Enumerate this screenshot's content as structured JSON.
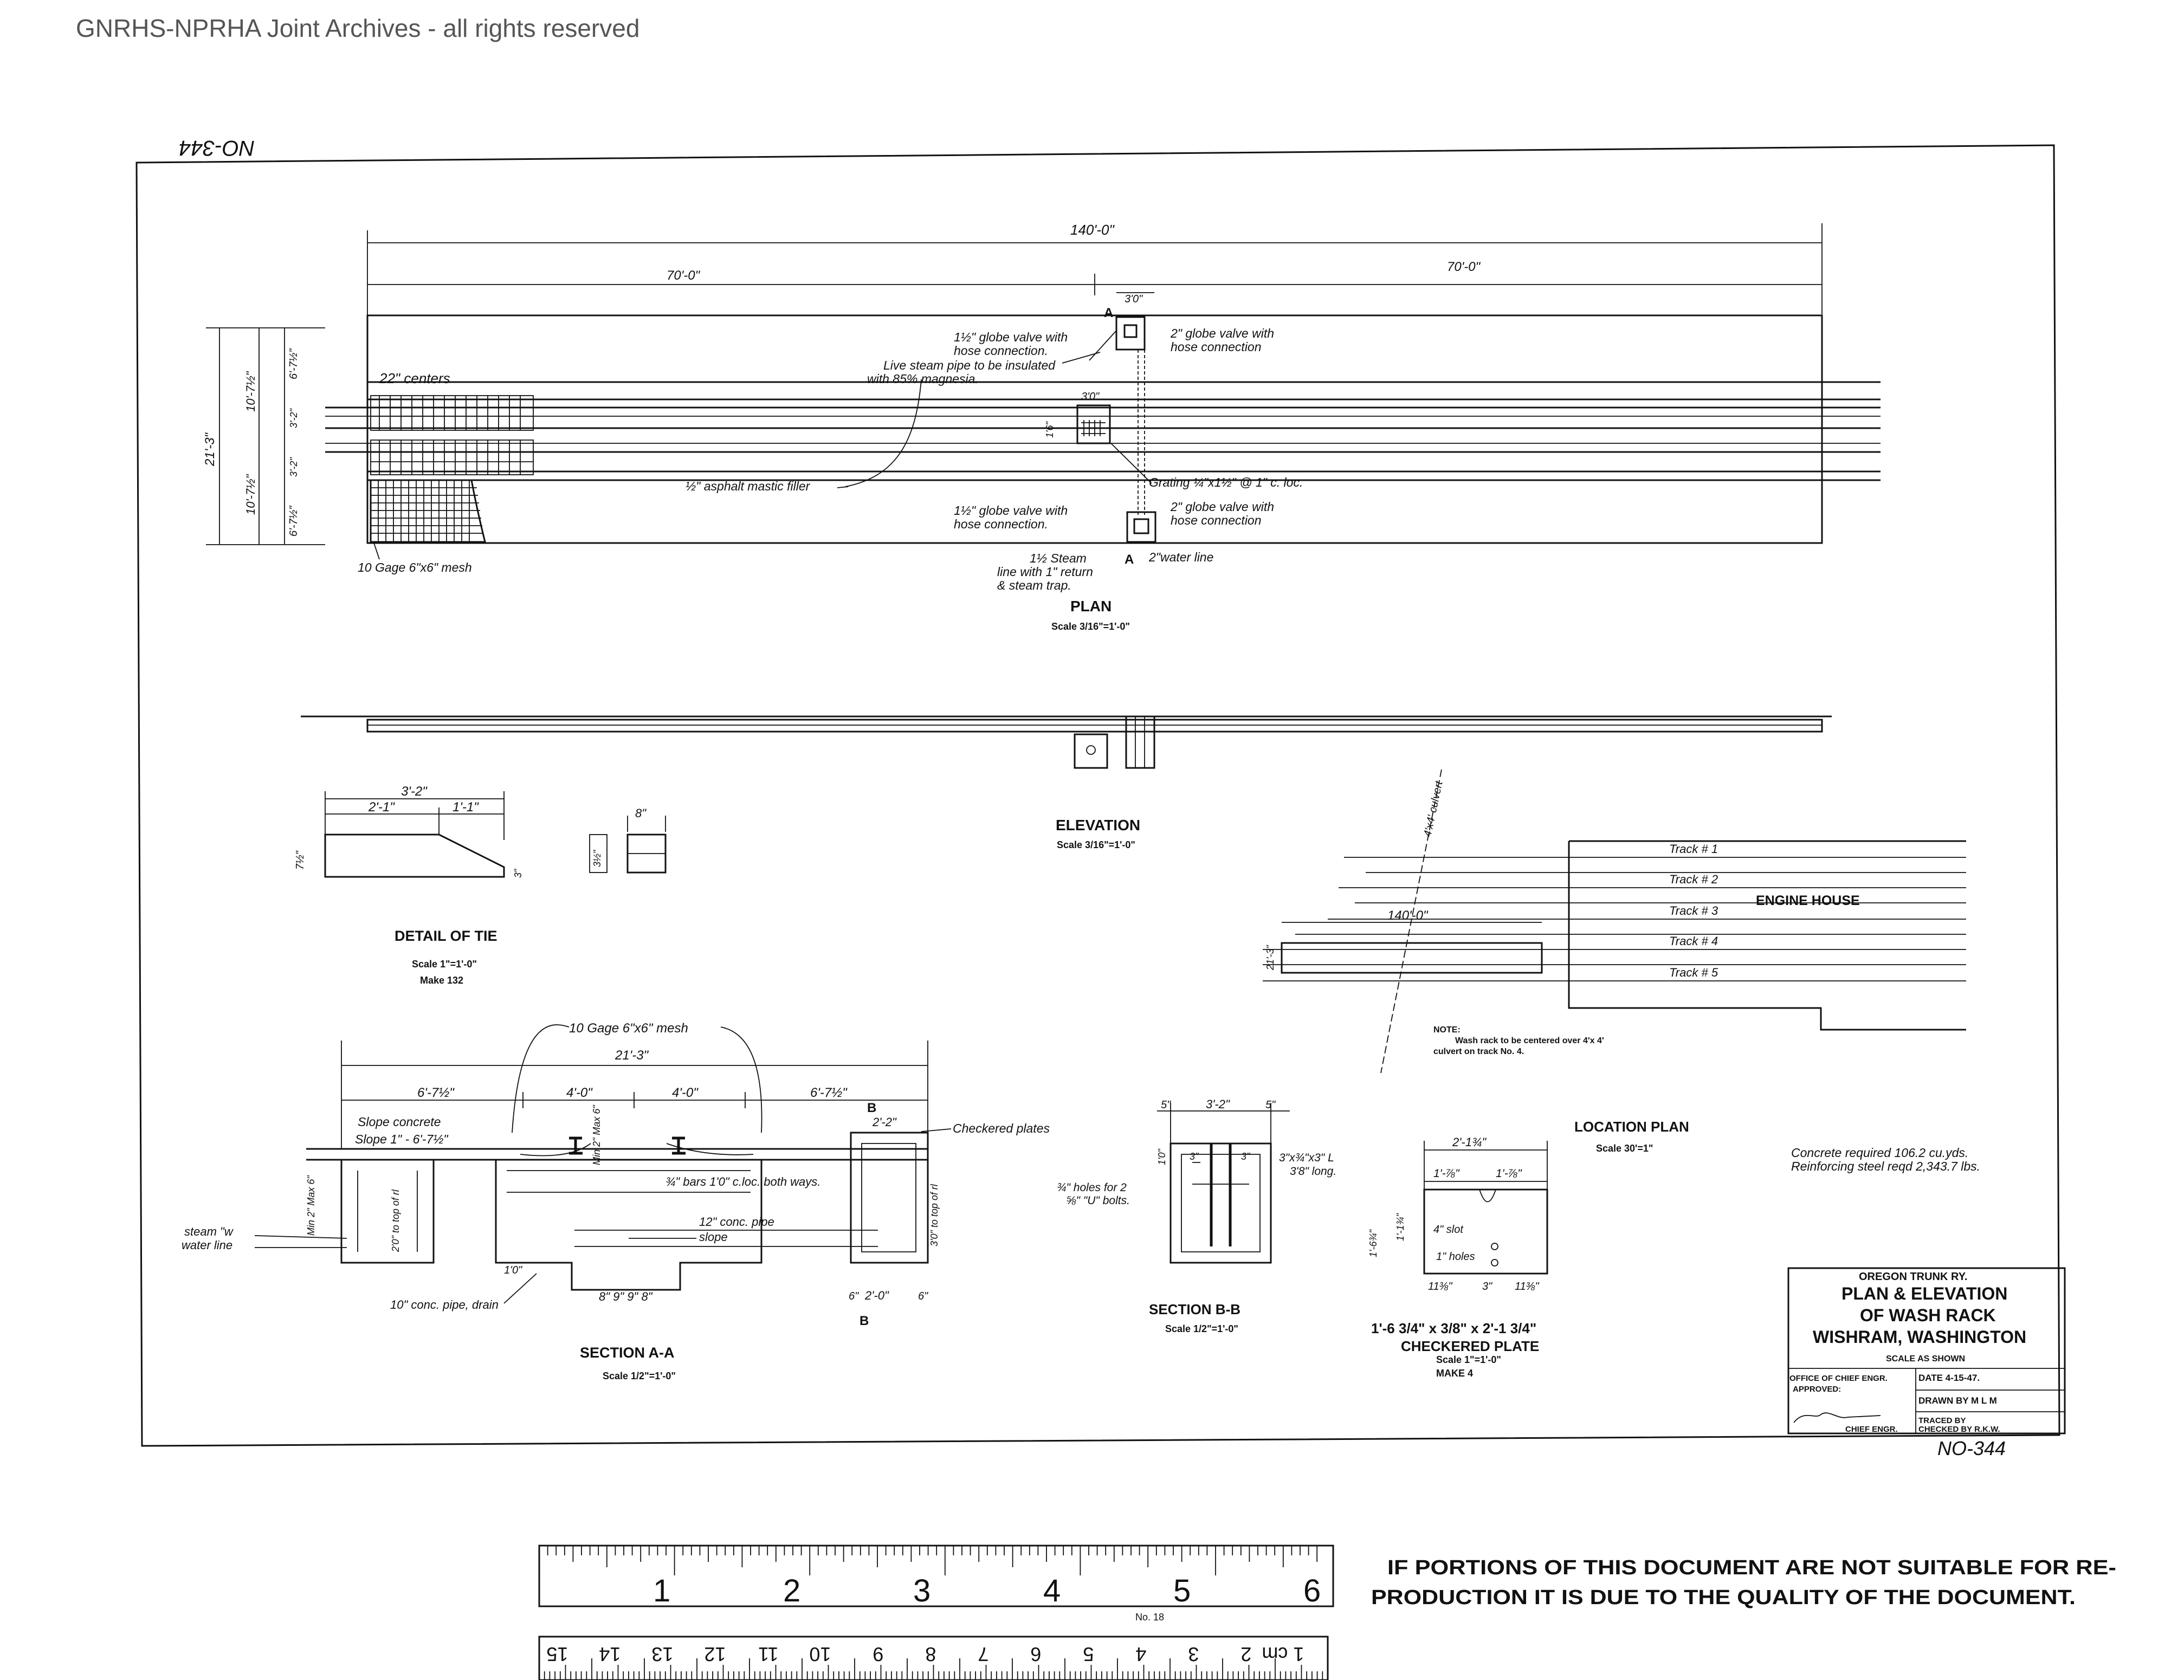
{
  "watermark": "GNRHS-NPRHA Joint Archives - all rights reserved",
  "sheet_no_top": "NO-344",
  "sheet_no_bottom": "NO-344",
  "plan": {
    "overall": "140'-0\"",
    "half_left": "70'-0\"",
    "half_right": "70'-0\"",
    "width_total": "21'-3\"",
    "width_a": "10'-7½\"",
    "width_b": "10'-7½\"",
    "dim_6_7": "6'-7½\"",
    "dim_6_7b": "6'-7½\"",
    "dim_3_2": "3'-2\"",
    "dim_3_2b": "3'-2\"",
    "centers": "22\" centers",
    "valve_left_1": "1½\" globe valve with",
    "valve_left_1b": "hose connection.",
    "valve_right_1": "2\" globe valve with",
    "valve_right_1b": "hose connection",
    "steam_pipe_1": "Live steam pipe to be insulated",
    "steam_pipe_2": "with 85% magnesia.",
    "box_top": "3'0\"",
    "box_mid": "3'0\"",
    "dim_1_6": "1'6\"",
    "asphalt": "½\" asphalt mastic filler",
    "grating": "Grating ¼\"x1½\" @ 1\" c. loc.",
    "valve_left_2": "1½\" globe valve with",
    "valve_left_2b": "hose connection.",
    "valve_right_2": "2\" globe valve with",
    "valve_right_2b": "hose connection",
    "mesh": "10 Gage 6\"x6\" mesh",
    "steam_line_1": "1½ Steam",
    "steam_line_2": "line with 1\" return",
    "steam_line_3": "& steam trap.",
    "water_line": "2\"water line",
    "section_mark": "A",
    "section_mark_b": "A",
    "title": "PLAN",
    "scale": "Scale 3/16\"=1'-0\""
  },
  "elevation": {
    "title": "ELEVATION",
    "scale": "Scale 3/16\"=1'-0\""
  },
  "tie": {
    "overall": "3'-2\"",
    "left": "2'-1\"",
    "right": "1'-1\"",
    "height": "7½\"",
    "end": "3\"",
    "end_width": "8\"",
    "end_height": "3½\"",
    "title": "DETAIL OF TIE",
    "scale": "Scale 1\"=1'-0\"",
    "make": "Make 132"
  },
  "section_aa": {
    "mesh": "10 Gage 6\"x6\" mesh",
    "overall": "21'-3\"",
    "d1": "6'-7½\"",
    "d2": "4'-0\"",
    "d3": "4'-0\"",
    "d4": "6'-7½\"",
    "slope_concrete": "Slope concrete",
    "slope": "Slope 1\" - 6'-7½\"",
    "min_max": "Min 2\" Max 6\"",
    "min_max_2": "Min 2\" Max 6\"",
    "bars": "¾\" bars 1'0\" c.loc. both ways.",
    "checkered": "Checkered plates",
    "b_mark": "B",
    "b_mark_2": "B",
    "dim_2_2": "2'-2\"",
    "conc_pipe": "12\" conc. pipe",
    "slope_word": "slope",
    "steam_water_1": "steam \"w",
    "steam_water_2": "water line",
    "drain": "10\" conc. pipe, drain",
    "bottom_dims": "8\"   9\"   9\"   8\"",
    "d_1_0": "1'0\"",
    "d_2_0": "2'-0\"",
    "d_6": "6\"",
    "d_6b": "6\"",
    "d_3_0": "3'0\" to top of rl",
    "d_2_0_v": "2'0\" to top of rl",
    "title": "SECTION  A-A",
    "scale": "Scale 1/2\"=1'-0\""
  },
  "section_bb": {
    "top": "3'-2\"",
    "left": "5\"",
    "right": "5\"",
    "angle_1": "3\"x¾\"x3\" L",
    "angle_2": "3'8\" long.",
    "holes_1": "¾\" holes for 2",
    "holes_2": "⅝\" \"U\" bolts.",
    "d_1_0": "1'0\"",
    "d_3": "3\"",
    "d_3b": "3\"",
    "title": "SECTION  B-B",
    "scale": "Scale 1/2\"=1'-0\""
  },
  "checkered_plate": {
    "overall": "2'-1¾\"",
    "d1": "1'-⅞\"",
    "d2": "1'-⅞\"",
    "height": "1'-6¾\"",
    "h2": "1'-1¾\"",
    "slot": "4\" slot",
    "holes": "1\" holes",
    "b1": "11⅜\"",
    "b2": "3\"",
    "b3": "11⅜\"",
    "title_1": "1'-6 3/4\" x 3/8\" x 2'-1 3/4\"",
    "title_2": "CHECKERED PLATE",
    "scale": "Scale 1\"=1'-0\"",
    "make": "MAKE  4"
  },
  "location_plan": {
    "tracks": [
      "Track # 1",
      "Track # 2",
      "Track # 3",
      "Track # 4",
      "Track # 5"
    ],
    "engine_house": "ENGINE HOUSE",
    "dim": "140'-0\"",
    "width": "21'-3\"",
    "culvert": "4'x4' culvert",
    "note_title": "NOTE:",
    "note_1": "Wash rack to be centered over 4'x 4'",
    "note_2": "culvert on track No. 4.",
    "title": "LOCATION  PLAN",
    "scale": "Scale 30'=1\""
  },
  "quantities": {
    "concrete": "Concrete required    106.2 cu.yds.",
    "steel": "Reinforcing steel reqd   2,343.7 lbs."
  },
  "title_block": {
    "railway": "OREGON  TRUNK  RY.",
    "line1": "PLAN & ELEVATION",
    "line2": "OF  WASH RACK",
    "line3": "WISHRAM,  WASHINGTON",
    "scale": "SCALE  AS  SHOWN",
    "office": "OFFICE OF CHIEF ENGR.",
    "approved": "APPROVED:",
    "date": "DATE 4-15-47.",
    "drawn": "DRAWN BY M L M",
    "traced": "TRACED BY",
    "checked": "CHECKED BY R.K.W.",
    "chief": "CHIEF ENGR."
  },
  "ruler": {
    "inches": [
      "1",
      "2",
      "3",
      "4",
      "5",
      "6"
    ],
    "cm": [
      "1 cm",
      "2",
      "3",
      "4",
      "5",
      "6",
      "7",
      "8",
      "9",
      "10",
      "11",
      "12",
      "13",
      "14",
      "15"
    ],
    "maker": "No. 18"
  },
  "notice": {
    "line1": "IF PORTIONS OF THIS DOCUMENT ARE NOT SUITABLE FOR RE-",
    "line2": "PRODUCTION IT IS DUE TO THE QUALITY OF THE DOCUMENT."
  }
}
